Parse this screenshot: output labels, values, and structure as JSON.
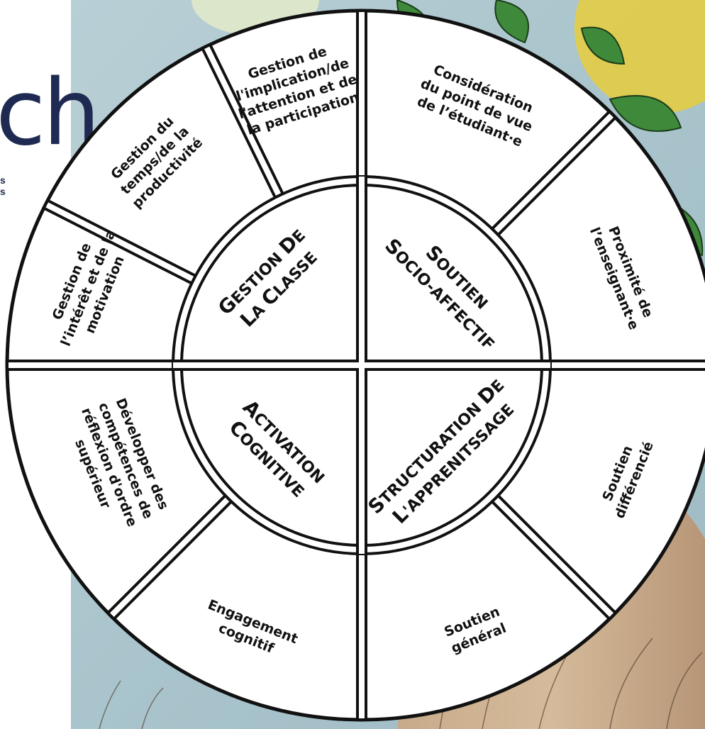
{
  "logo": {
    "fragment": "ch",
    "sub_line_1": "s",
    "sub_line_2": "s"
  },
  "wheel": {
    "inner": [
      {
        "id": "gestion",
        "lines": [
          "GESTION DE",
          "LA CLASSE"
        ]
      },
      {
        "id": "soutien",
        "lines": [
          "SOUTIEN",
          "SOCIO-AFFECTIF"
        ]
      },
      {
        "id": "structuration",
        "lines": [
          "STRUCTURATION DE",
          "L'APPRENITSSAGE"
        ]
      },
      {
        "id": "activation",
        "lines": [
          "ACTIVATION",
          "COGNITIVE"
        ]
      }
    ],
    "outer": [
      {
        "id": "consideration",
        "lines": [
          "Considération",
          "du point de vue",
          "de l’étudiant·e"
        ]
      },
      {
        "id": "proximite",
        "lines": [
          "Proximité de",
          "l’enseignant·e"
        ]
      },
      {
        "id": "soutien-differencie",
        "lines": [
          "Soutien",
          "différencié"
        ]
      },
      {
        "id": "soutien-general",
        "lines": [
          "Soutien",
          "général"
        ]
      },
      {
        "id": "engagement",
        "lines": [
          "Engagement",
          "cognitif"
        ]
      },
      {
        "id": "developper",
        "lines": [
          "Développer des",
          "compétences de",
          "réflexion d'ordre",
          "supérieur"
        ]
      },
      {
        "id": "interet",
        "lines": [
          "Gestion de",
          "l’intérêt et de la",
          "motivation"
        ]
      },
      {
        "id": "temps",
        "lines": [
          "Gestion du",
          "temps/de la",
          "productivité"
        ]
      },
      {
        "id": "implication",
        "lines": [
          "Gestion de",
          "l'implication/de",
          "l'attention et de",
          "la participation"
        ]
      }
    ]
  }
}
